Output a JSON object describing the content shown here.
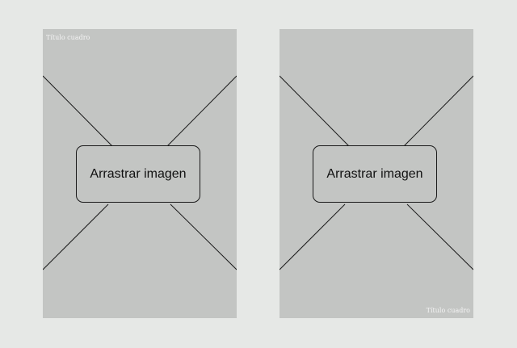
{
  "frames": [
    {
      "title": "Título cuadro",
      "drop_label": "Arrastrar imagen"
    },
    {
      "title": "Título cuadro",
      "drop_label": "Arrastrar imagen"
    }
  ],
  "colors": {
    "background": "#e6e8e6",
    "frame_fill": "#c3c5c3",
    "stroke": "#1a1a1a",
    "title_text": "#f4f4f4"
  }
}
